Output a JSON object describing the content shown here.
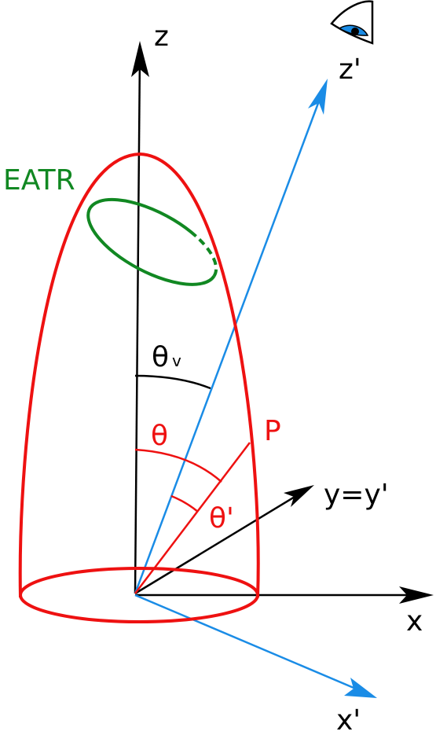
{
  "labels": {
    "z": "z",
    "z_prime": "z'",
    "x": "x",
    "x_prime": "x'",
    "y": "y=y'",
    "eatr": "EATR",
    "theta_v": "θv",
    "theta_v_base": "θ",
    "theta_v_sub": "v",
    "theta": "θ",
    "theta_prime": "θ'",
    "point": "P"
  },
  "colors": {
    "black": "#000000",
    "red": "#ee1111",
    "blue": "#1a8ce6",
    "green": "#118822"
  },
  "icons": {
    "observer": "eye-icon"
  }
}
